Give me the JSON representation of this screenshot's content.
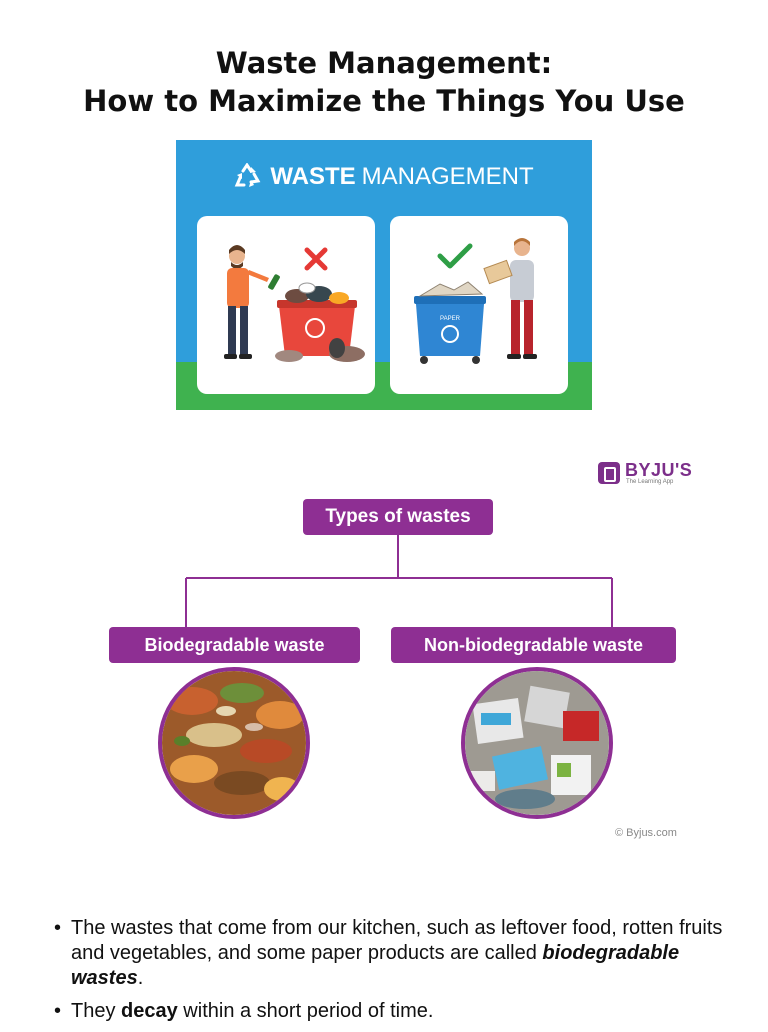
{
  "title": {
    "line1": "Waste Management:",
    "line2": "How to Maximize the Things You Use"
  },
  "banner": {
    "heading_bold": "WASTE",
    "heading_light": "MANAGEMENT",
    "recycle_icon": "recycle-icon",
    "bin_label": "PAPER",
    "bg_color": "#2f9edb",
    "grass_color": "#3fb24f"
  },
  "diagram": {
    "brand": "BYJU'S",
    "tagline": "The Learning App",
    "root": "Types of wastes",
    "children": [
      {
        "label": "Biodegradable waste"
      },
      {
        "label": "Non-biodegradable waste"
      }
    ],
    "copyright": "© Byjus.com",
    "accent_color": "#8e2f93"
  },
  "bullets": [
    {
      "dot": "•",
      "pre": "The wastes that come from our kitchen, such as leftover food, rotten fruits and vegetables, and some paper products are called ",
      "em": "biodegradable wastes",
      "post": "."
    },
    {
      "dot": "•",
      "pre": "They ",
      "strong": "decay",
      "post": " within a short period of time."
    }
  ]
}
